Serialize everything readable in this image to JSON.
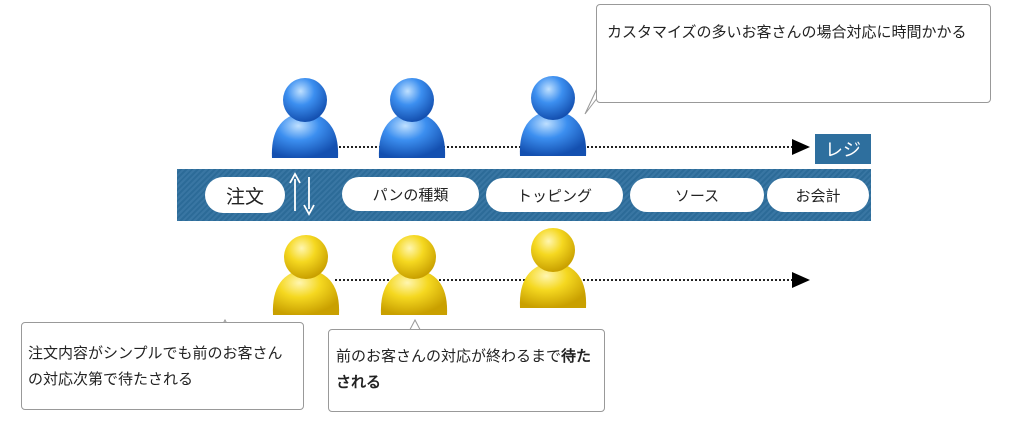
{
  "register_label": "レジ",
  "order_label": "注文",
  "steps": [
    {
      "label": "パンの種類"
    },
    {
      "label": "トッピング"
    },
    {
      "label": "ソース"
    },
    {
      "label": "お会計"
    }
  ],
  "callouts": {
    "top_right": "カスタマイズの多いお客さんの場合対応に時間かかる",
    "bottom_left": "注文内容がシンプルでも前のお客さんの対応次第で待たされる",
    "bottom_mid_plain": "前のお客さんの対応が終わるまで",
    "bottom_mid_bold": "待たされる"
  },
  "colors": {
    "bar": "#2e6f9e",
    "customer_blue": "#2f7de0",
    "customer_yellow": "#f0d020"
  }
}
